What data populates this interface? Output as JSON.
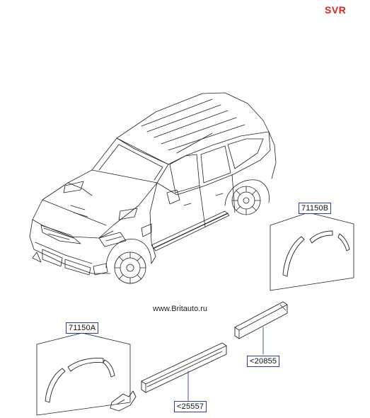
{
  "brand_label": "SVR",
  "brand_color": "#e2231a",
  "watermark": "www.Britauto.ru",
  "callout_color": "#2b3ea8",
  "callouts": {
    "part_71150B": "71150B",
    "part_71150A": "71150A",
    "part_20855": "<20855",
    "part_25557": "<25557"
  }
}
